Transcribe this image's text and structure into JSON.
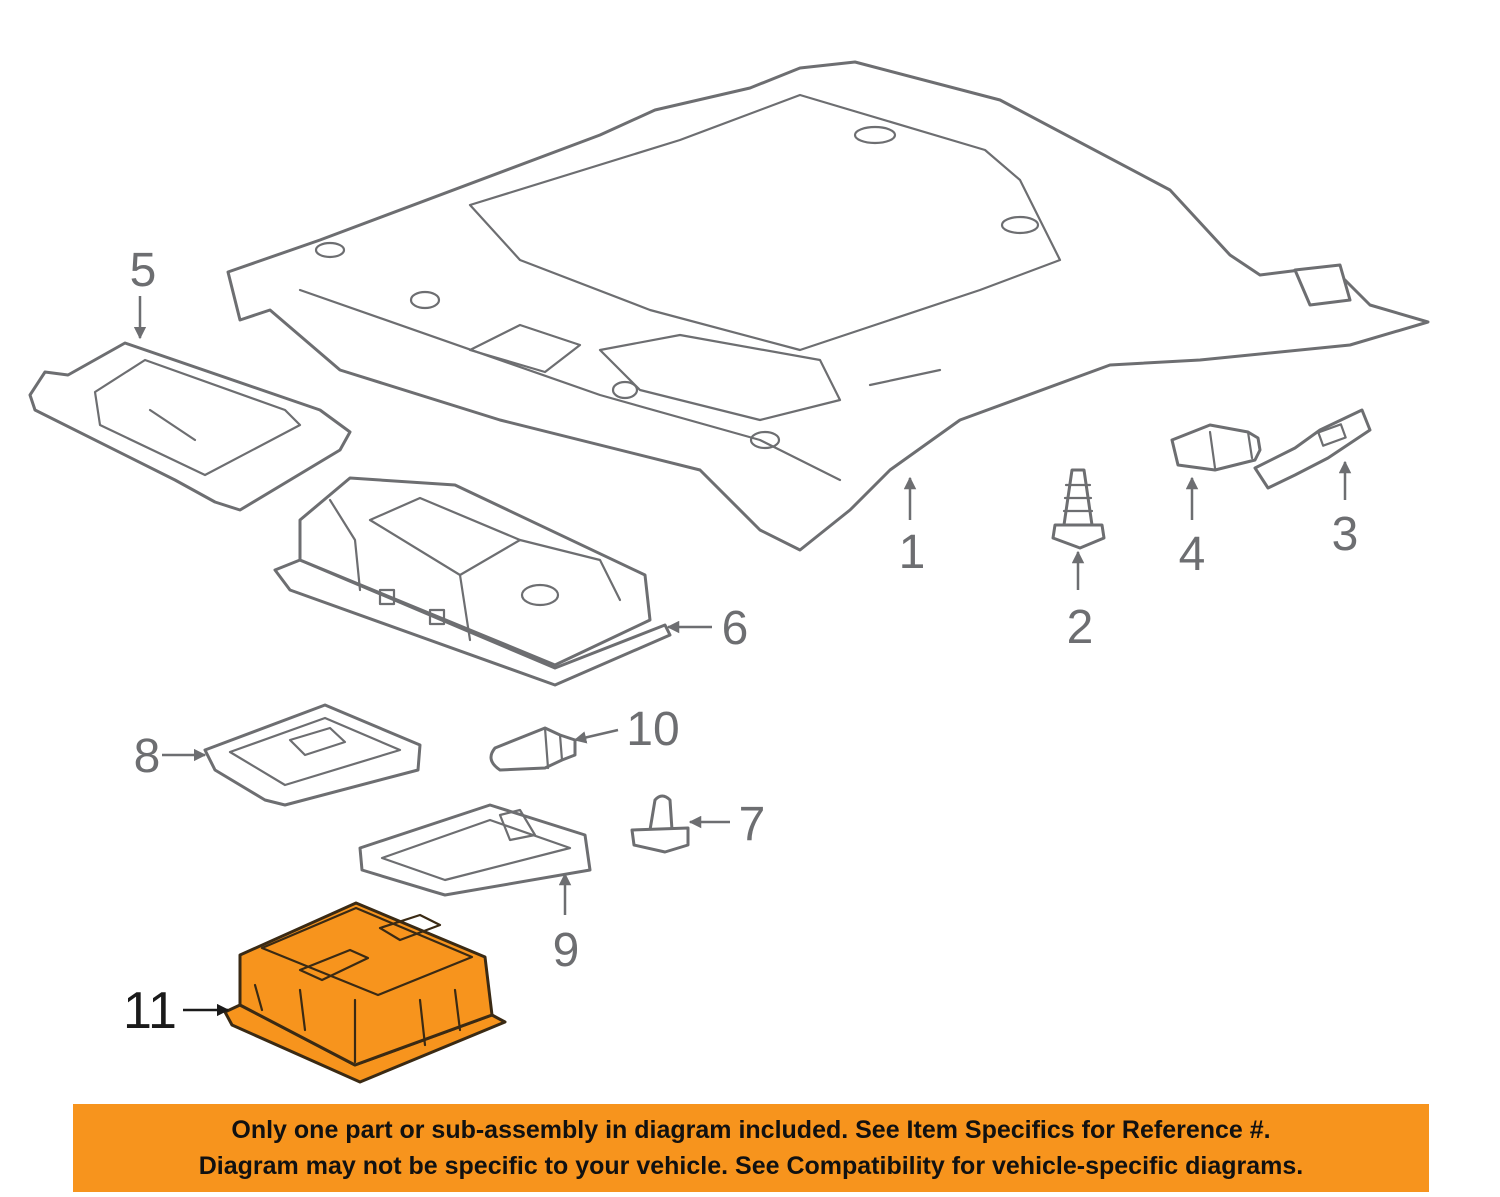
{
  "colors": {
    "highlight": "#f7941d",
    "line": "#6d6e71",
    "banner": "#f7941d",
    "text": "#111111"
  },
  "callouts": {
    "c1": "1",
    "c2": "2",
    "c3": "3",
    "c4": "4",
    "c5": "5",
    "c6": "6",
    "c7": "7",
    "c8": "8",
    "c9": "9",
    "c10": "10",
    "c11": "11"
  },
  "highlighted_part": "11",
  "disclaimer": {
    "line1": "Only one part or sub-assembly in diagram included. See Item Specifics for Reference #.",
    "line2": "Diagram may not be specific to your vehicle. See Compatibility for vehicle-specific diagrams."
  }
}
